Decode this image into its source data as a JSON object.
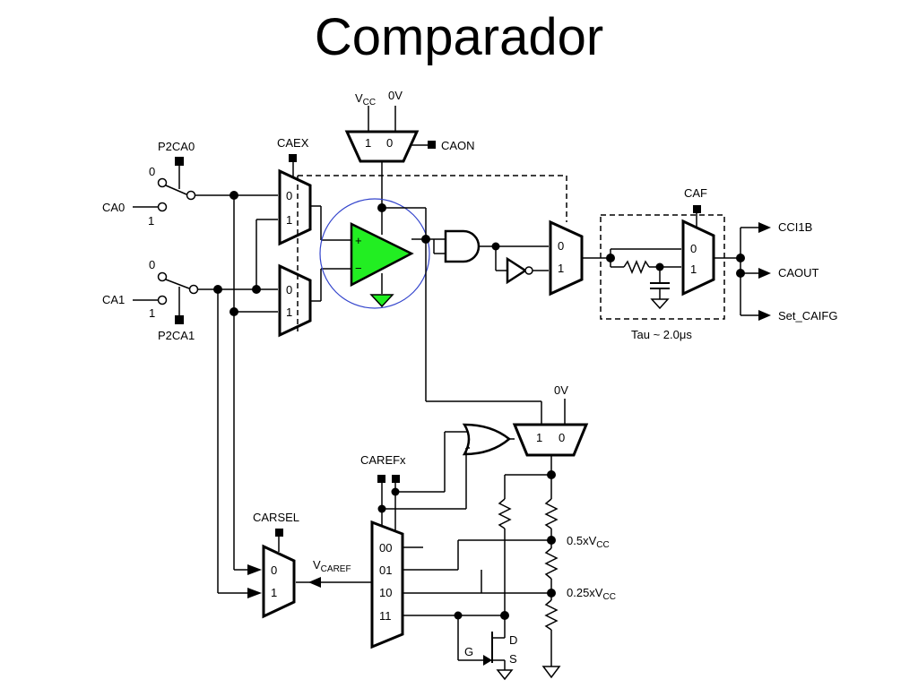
{
  "title": "Comparador",
  "labels": {
    "vcc_top": "V",
    "vcc_top_sub": "CC",
    "zero_v_top": "0V",
    "caon": "CAON",
    "caex": "CAEX",
    "p2ca0": "P2CA0",
    "p2ca1": "P2CA1",
    "ca0": "CA0",
    "ca1": "CA1",
    "caf": "CAF",
    "cci1b": "CCI1B",
    "caout": "CAOUT",
    "set_caifg": "Set_CAIFG",
    "tau": "Tau ~ 2.0μs",
    "zero_v_mid": "0V",
    "carefx": "CAREFx",
    "carsel": "CARSEL",
    "vcaref": "V",
    "vcaref_sub": "CAREF",
    "half_vcc": "0.5xV",
    "half_vcc_sub": "CC",
    "quarter_vcc": "0.25xV",
    "quarter_vcc_sub": "CC",
    "plus": "+",
    "minus": "−",
    "g": "G",
    "d": "D",
    "s": "S"
  },
  "switches": {
    "pos0": "0",
    "pos1": "1"
  },
  "muxes": {
    "in0": "0",
    "in1": "1",
    "sel00": "00",
    "sel01": "01",
    "sel10": "10",
    "sel11": "11"
  },
  "colors": {
    "comparator_fill": "#22ee22",
    "highlight_circle": "#3344cc"
  }
}
